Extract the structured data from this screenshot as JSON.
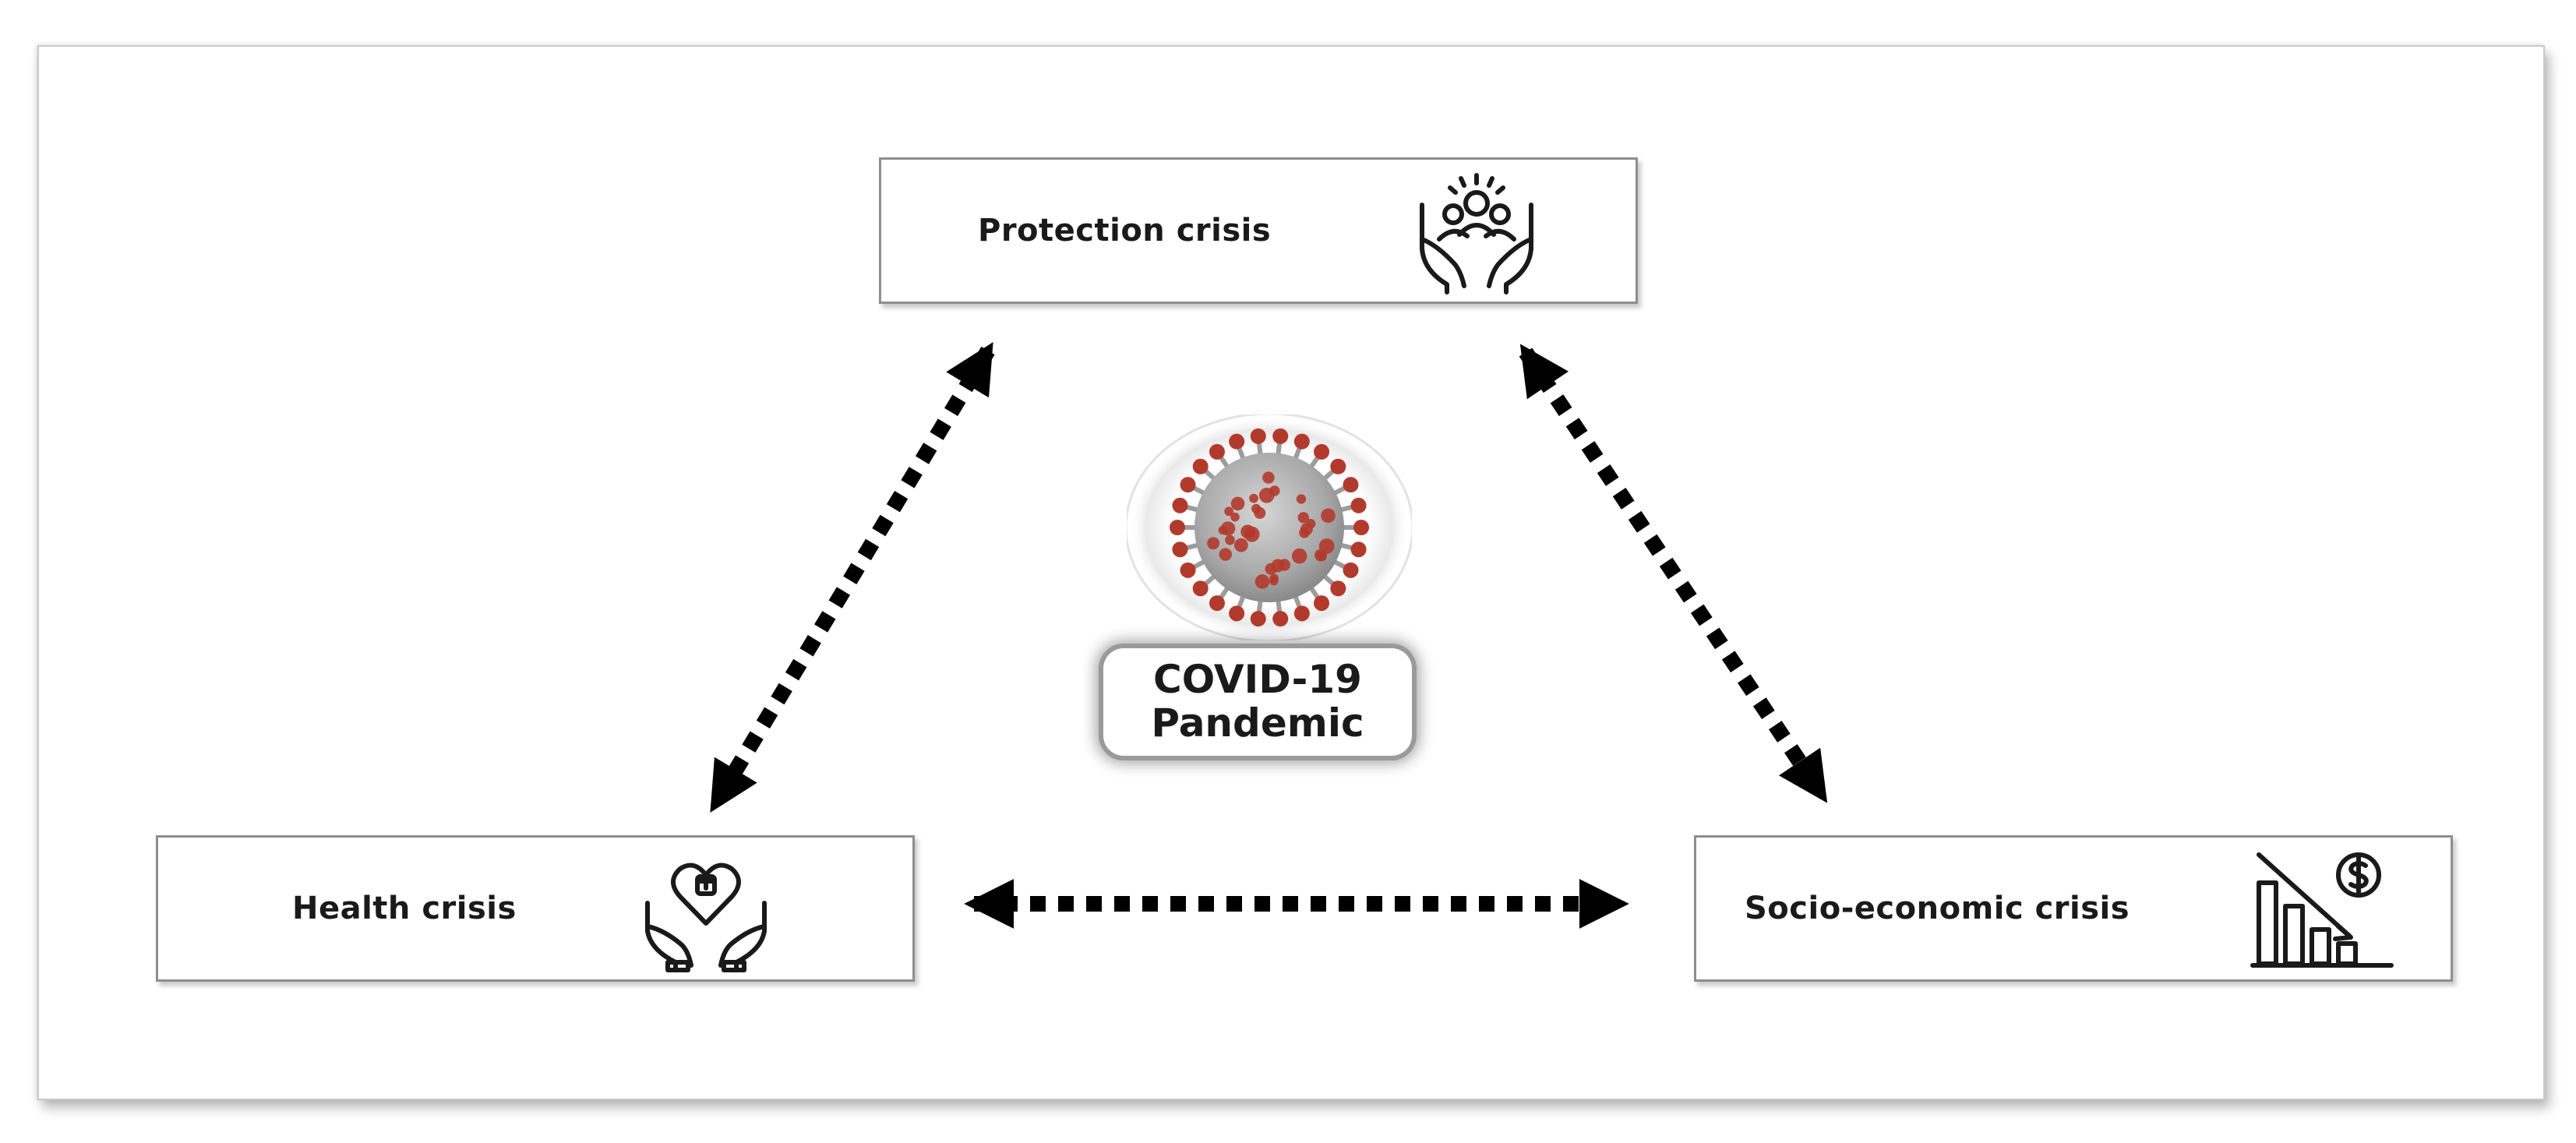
{
  "center": {
    "line1": "COVID-19",
    "line2": "Pandemic",
    "image": "coronavirus-particle"
  },
  "nodes": {
    "top": {
      "label": "Protection crisis",
      "icon": "hands-protecting-people-icon"
    },
    "left": {
      "label": "Health crisis",
      "icon": "hands-holding-heart-icon"
    },
    "right": {
      "label": "Socio-economic crisis",
      "icon": "declining-dollar-chart-icon"
    }
  },
  "edges": [
    {
      "from": "Protection crisis",
      "to": "Health crisis",
      "style": "dotted",
      "arrowheads": "both"
    },
    {
      "from": "Protection crisis",
      "to": "Socio-economic crisis",
      "style": "dotted",
      "arrowheads": "both"
    },
    {
      "from": "Health crisis",
      "to": "Socio-economic crisis",
      "style": "dotted",
      "arrowheads": "both"
    }
  ],
  "colors": {
    "virus_spike": "#b23a2c",
    "virus_body": "#b8b8b8",
    "arrow": "#000000",
    "box_border": "#8e8e8e"
  }
}
